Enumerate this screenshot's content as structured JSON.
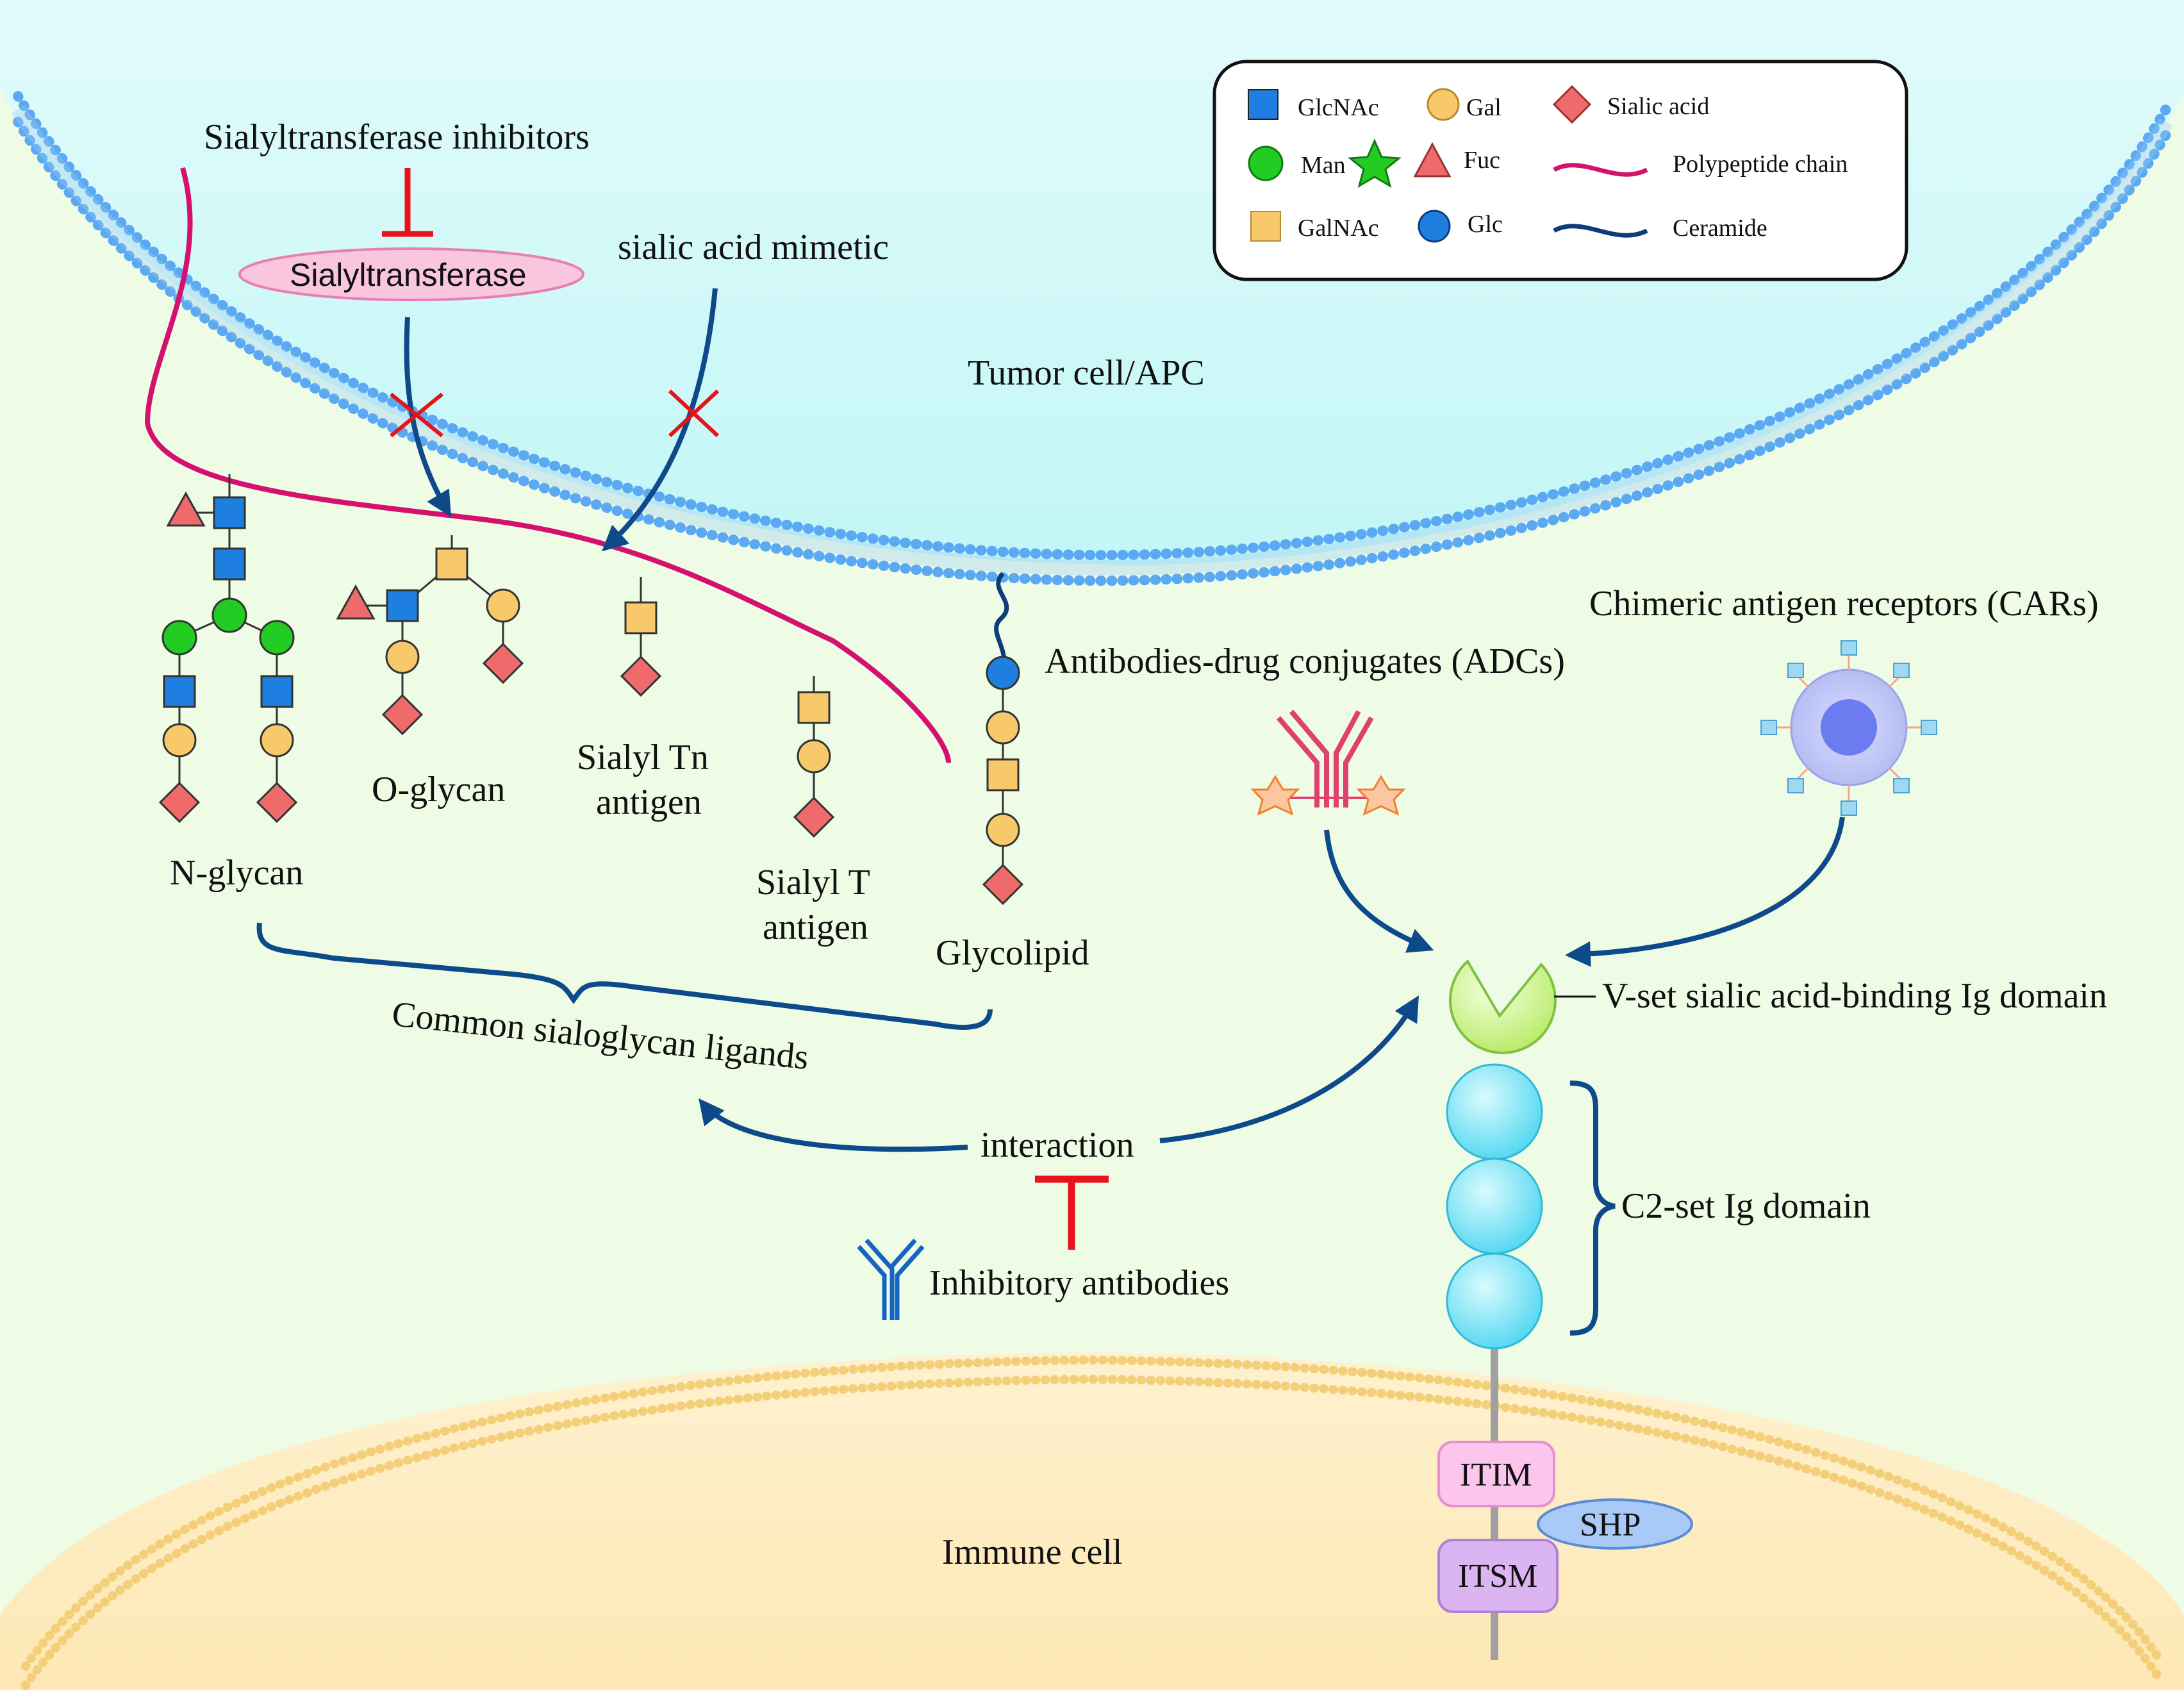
{
  "labels": {
    "sialyltransferase_inhibitors": "Sialyltransferase inhibitors",
    "sialyltransferase": "Sialyltransferase",
    "sialic_acid_mimetic": "sialic acid mimetic",
    "tumor_cell": "Tumor cell/APC",
    "immune_cell": "Immune cell",
    "adcs": "Antibodies-drug conjugates (ADCs)",
    "cars": "Chimeric antigen receptors (CARs)",
    "n_glycan": "N-glycan",
    "o_glycan": "O-glycan",
    "sialyl_tn_line1": "Sialyl Tn",
    "sialyl_tn_line2": "antigen",
    "sialyl_t_line1": "Sialyl T",
    "sialyl_t_line2": "antigen",
    "glycolipid": "Glycolipid",
    "common_ligands": "Common sialoglycan ligands",
    "interaction": "interaction",
    "inhibitory_antibodies": "Inhibitory antibodies",
    "vset": "V-set sialic acid-binding Ig domain",
    "c2set": "C2-set Ig domain",
    "itim": "ITIM",
    "itsm": "ITSM",
    "shp": "SHP"
  },
  "legend": {
    "glcnac": "GlcNAc",
    "gal": "Gal",
    "sialic_acid": "Sialic acid",
    "man": "Man",
    "fuc": "Fuc",
    "polypeptide": "Polypeptide chain",
    "galnac": "GalNAc",
    "glc": "Glc",
    "ceramide": "Ceramide"
  },
  "colors": {
    "glcnac": "#1e7fe0",
    "gal": "#f7c96a",
    "man": "#22cc22",
    "fuc": "#ef6b6b",
    "sialic": "#ef6b6b",
    "glc": "#1e7fe0",
    "polypeptide": "#d4116e",
    "ceramide": "#0e3c7a",
    "arrow": "#0e4a8a",
    "inhibit": "#e8121b"
  }
}
